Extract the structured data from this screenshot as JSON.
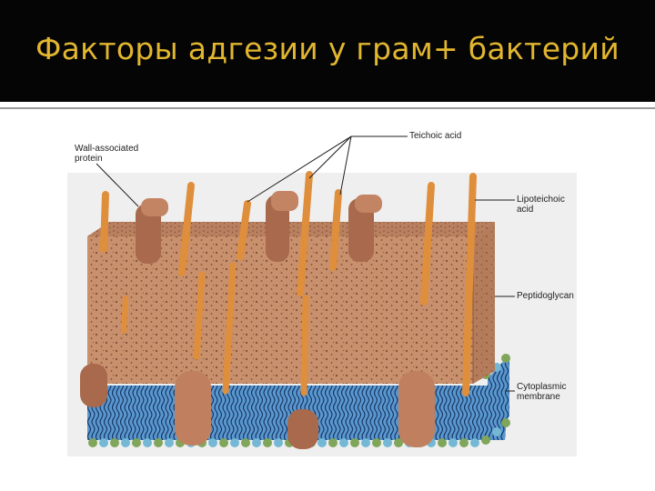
{
  "slide": {
    "title": "Факторы адгезии у грам+ бактерий",
    "colors": {
      "background": "#050505",
      "title": "#e2b62f",
      "peptidoglycan": "#c8906c",
      "teichoic_acid": "#df8f3c",
      "wall_protein": "#a8694c",
      "membrane_blue": "#5a97cf",
      "head_green": "#7fa65a",
      "head_blue": "#74b8d6"
    }
  },
  "diagram": {
    "labels": {
      "wall_protein": "Wall-associated\nprotein",
      "teichoic": "Teichoic acid",
      "lipoteichoic": "Lipoteichoic\nacid",
      "peptidoglycan": "Peptidoglycan",
      "membrane": "Cytoplasmic\nmembrane"
    }
  }
}
